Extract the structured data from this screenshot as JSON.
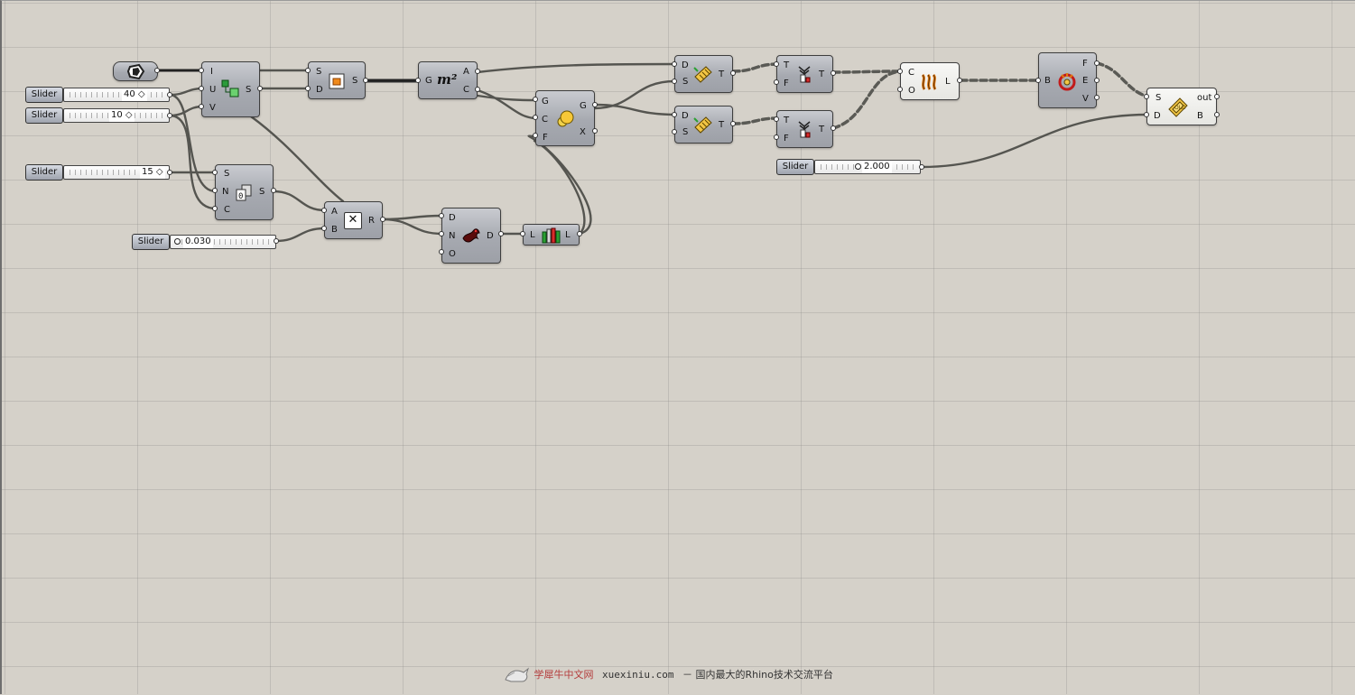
{
  "sliders": [
    {
      "label": "Slider",
      "value": "40 ◇"
    },
    {
      "label": "Slider",
      "value": "10 ◇"
    },
    {
      "label": "Slider",
      "value": "15 ◇"
    },
    {
      "label": "Slider",
      "value": "0.030"
    },
    {
      "label": "Slider",
      "value": "2.000"
    }
  ],
  "components": {
    "brep": {
      "icon": "brep-param-icon"
    },
    "surface_divide": {
      "inputs": [
        "I",
        "U",
        "V"
      ],
      "outputs": [
        "S"
      ],
      "icon": "divide-surface-icon"
    },
    "subsurface": {
      "inputs": [
        "S",
        "D"
      ],
      "outputs": [
        "S"
      ],
      "icon": "isotrim-icon"
    },
    "area": {
      "inputs": [
        "G"
      ],
      "outputs": [
        "A",
        "C"
      ],
      "icon_text": "m²"
    },
    "scale": {
      "inputs": [
        "G",
        "C",
        "F"
      ],
      "outputs": [
        "G",
        "X"
      ],
      "icon": "scale-icon"
    },
    "series": {
      "inputs": [
        "S",
        "N",
        "C"
      ],
      "outputs": [
        "S"
      ],
      "icon": "series-icon"
    },
    "multiply": {
      "inputs": [
        "A",
        "B"
      ],
      "outputs": [
        "R"
      ],
      "icon": "multiply-icon"
    },
    "dispatch": {
      "inputs": [
        "D",
        "N",
        "O"
      ],
      "outputs": [
        "D"
      ],
      "icon": "dispatch-icon"
    },
    "list_length": {
      "inputs": [
        "L"
      ],
      "outputs": [
        "L"
      ],
      "icon": "list-icon"
    },
    "tree1": {
      "inputs": [
        "D",
        "S"
      ],
      "outputs": [
        "T"
      ],
      "icon": "path-mapper-icon"
    },
    "tree2": {
      "inputs": [
        "D",
        "S"
      ],
      "outputs": [
        "T"
      ],
      "icon": "path-mapper-icon"
    },
    "flip1": {
      "inputs": [
        "T",
        "F"
      ],
      "outputs": [
        "T"
      ],
      "icon": "flip-tree-icon"
    },
    "flip2": {
      "inputs": [
        "T",
        "F"
      ],
      "outputs": [
        "T"
      ],
      "icon": "flip-tree-icon"
    },
    "loft": {
      "inputs": [
        "C",
        "O"
      ],
      "outputs": [
        "L"
      ],
      "icon": "loft-icon"
    },
    "cap": {
      "inputs": [
        "B"
      ],
      "outputs": [
        "F",
        "E",
        "V"
      ],
      "icon": "brep-components-icon"
    },
    "offset": {
      "inputs": [
        "S",
        "D"
      ],
      "outputs": [
        "out",
        "B"
      ],
      "icon": "offset-surface-icon"
    }
  },
  "footer": {
    "brand": "学犀牛中文网",
    "url": "xuexiniu.com",
    "tagline": "－ 国内最大的Rhino技术交流平台"
  }
}
